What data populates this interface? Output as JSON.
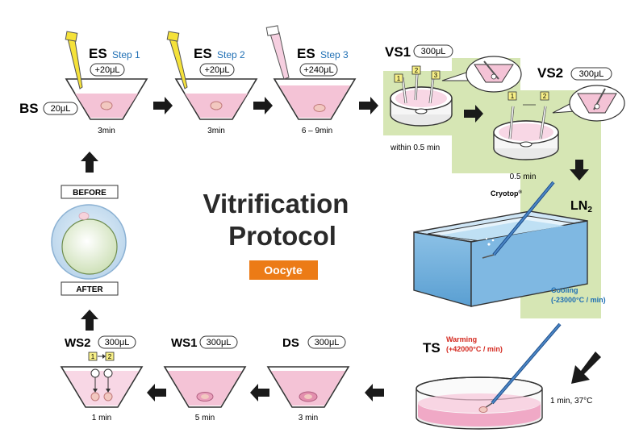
{
  "title": [
    "Vitrification",
    "Protocol"
  ],
  "badge": "Oocyte",
  "colors": {
    "accent_orange": "#ec7b16",
    "green_zone": "#d6e6b4",
    "pink_medium": "#f4c3d6",
    "blue_text": "#1f6fb4",
    "red_text": "#d42a20",
    "ln2_blue": "#a9d4ef"
  },
  "top_row": {
    "bs": {
      "label": "BS",
      "volume": "20μL"
    },
    "es1": {
      "label": "ES",
      "step": "Step 1",
      "volume": "+20μL",
      "time": "3min"
    },
    "es2": {
      "label": "ES",
      "step": "Step 2",
      "volume": "+20μL",
      "time": "3min"
    },
    "es3": {
      "label": "ES",
      "step": "Step 3",
      "volume": "+240μL",
      "time": "6 – 9min"
    }
  },
  "vs1": {
    "label": "VS1",
    "volume": "300μL",
    "time": "within 0.5 min",
    "markers": [
      "1",
      "2",
      "3"
    ]
  },
  "vs2": {
    "label": "VS2",
    "volume": "300μL",
    "time": "0.5 min",
    "markers": [
      "1",
      "2"
    ]
  },
  "ln2": {
    "label": "LN",
    "subscript": "2",
    "tool": "Cryotop",
    "tool_mark": "®",
    "cooling_label": "Cooling",
    "cooling_rate": "(-23000°C / min)"
  },
  "ts": {
    "label": "TS",
    "warming_label": "Warming",
    "warming_rate": "(+42000°C / min)",
    "time": "1 min, 37°C"
  },
  "bottom_row": {
    "ds": {
      "label": "DS",
      "volume": "300μL",
      "time": "3 min"
    },
    "ws1": {
      "label": "WS1",
      "volume": "300μL",
      "time": "5 min"
    },
    "ws2": {
      "label": "WS2",
      "volume": "300μL",
      "time": "1 min",
      "markers": [
        "1",
        "2"
      ]
    }
  },
  "oocyte_states": {
    "before": "BEFORE",
    "after": "AFTER"
  }
}
